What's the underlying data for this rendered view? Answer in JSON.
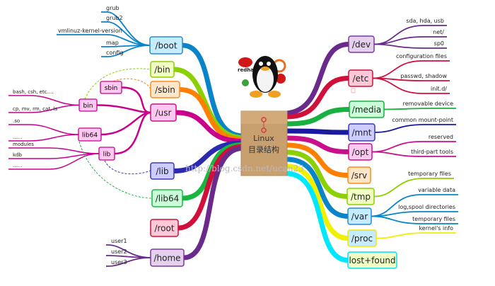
{
  "center": {
    "line1": "Linux",
    "line2": "目录结构"
  },
  "watermark": "http://blog.csdn.net/ucan23",
  "logo_text": {
    "redhat": "redhat"
  },
  "left_nodes": [
    {
      "id": "boot",
      "label": "/boot",
      "color": "#0a84c8",
      "fill": "#c6ecff",
      "border": "#2a8ad0",
      "children": [
        "grub",
        "grub2",
        "vmlinuz-kernel-version",
        "map",
        "config"
      ]
    },
    {
      "id": "bin",
      "label": "/bin",
      "color": "#8bd000",
      "fill": "#f2ffc4",
      "border": "#8bd000",
      "children": []
    },
    {
      "id": "sbin",
      "label": "/sbin",
      "color": "#ff7f00",
      "fill": "#ffe6c8",
      "border": "#ff8a1a",
      "children": []
    },
    {
      "id": "usr",
      "label": "/usr",
      "color": "#c8008c",
      "fill": "#ffc8f0",
      "border": "#c8108c",
      "children": []
    },
    {
      "id": "lib",
      "label": "/lib",
      "color": "#2a2ab0",
      "fill": "#ccccff",
      "border": "#3a3ab8",
      "children": []
    },
    {
      "id": "lib64",
      "label": "/lib64",
      "color": "#18b840",
      "fill": "#c8ffd8",
      "border": "#18b840",
      "children": []
    },
    {
      "id": "root",
      "label": "/root",
      "color": "#d0103a",
      "fill": "#ffc8d8",
      "border": "#d0103a",
      "children": []
    },
    {
      "id": "home",
      "label": "/home",
      "color": "#6a2a8c",
      "fill": "#e6d0f0",
      "border": "#7a3a9c",
      "children": [
        "user1",
        "user2",
        "user3"
      ]
    }
  ],
  "usr_subnodes": [
    {
      "id": "usr-sbin",
      "label": "sbin",
      "children": []
    },
    {
      "id": "usr-bin",
      "label": "bin",
      "children": [
        "bash, csh, etc....",
        "cp, mv, rm, cat, ls"
      ]
    },
    {
      "id": "usr-lib64",
      "label": "lib64",
      "children": [
        ".so",
        "......"
      ]
    },
    {
      "id": "usr-lib",
      "label": "lib",
      "children": [
        "modules",
        "kdb",
        "......"
      ]
    }
  ],
  "usr_sub_color": "#c8008c",
  "right_nodes": [
    {
      "id": "dev",
      "label": "/dev",
      "color": "#6a2a8c",
      "fill": "#e6d0f0",
      "border": "#7a3a9c",
      "children": [
        "sda, hda, usb",
        "net/",
        "sp0"
      ]
    },
    {
      "id": "etc",
      "label": "/etc",
      "color": "#d0103a",
      "fill": "#ffc8d8",
      "border": "#d0103a",
      "children": [
        "configuration files",
        "passwd, shadow",
        "init.d/"
      ]
    },
    {
      "id": "media",
      "label": "/media",
      "color": "#18b040",
      "fill": "#c8ffd8",
      "border": "#18b040",
      "children": [
        "removable device"
      ]
    },
    {
      "id": "mnt",
      "label": "/mnt",
      "color": "#1a1aa0",
      "fill": "#ccccff",
      "border": "#3a3ab8",
      "children": [
        "common mount-point"
      ]
    },
    {
      "id": "opt",
      "label": "/opt",
      "color": "#c8108c",
      "fill": "#ffc8f0",
      "border": "#c8108c",
      "children": [
        "reserved",
        "third-part tools"
      ]
    },
    {
      "id": "srv",
      "label": "/srv",
      "color": "#ff7f00",
      "fill": "#ffe6c8",
      "border": "#ff8a1a",
      "children": []
    },
    {
      "id": "tmp",
      "label": "/tmp",
      "color": "#8bd000",
      "fill": "#f2ffc4",
      "border": "#8bd000",
      "children": [
        "temporary files"
      ]
    },
    {
      "id": "var",
      "label": "/var",
      "color": "#0a84c8",
      "fill": "#c6ecff",
      "border": "#2a8ad0",
      "children": [
        "variable data",
        "log,spool directories",
        "temporary files"
      ]
    },
    {
      "id": "proc",
      "label": "/proc",
      "color": "#f0f000",
      "fill": "#c6ecff",
      "border": "#f0e800",
      "children": [
        "kernel's info"
      ]
    },
    {
      "id": "lostfound",
      "label": "lost+found",
      "color": "#00e8ff",
      "fill": "#f2ffc4",
      "border": "#00e0ff",
      "children": []
    }
  ]
}
